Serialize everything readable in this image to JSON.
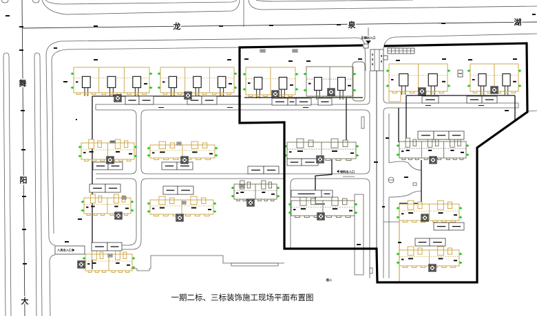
{
  "drawing": {
    "title": "一期二标、三标装饰施工现场平面布置图",
    "north_road_label": [
      "龙",
      "泉",
      "湖"
    ],
    "west_road_label": [
      "舞",
      "阳",
      "大"
    ],
    "entrances": {
      "vehicle": "车辆出入口",
      "material": "物料出入口",
      "personnel": "人员出入口"
    },
    "sheet_note": "图二"
  },
  "colors": {
    "background": "#ffffff",
    "boundary": "#000000",
    "road_line": "#5a5a5a",
    "building_tan": "#c9a13b",
    "building_gray": "#6e6a55",
    "marker_green": "#1ecc1e"
  }
}
